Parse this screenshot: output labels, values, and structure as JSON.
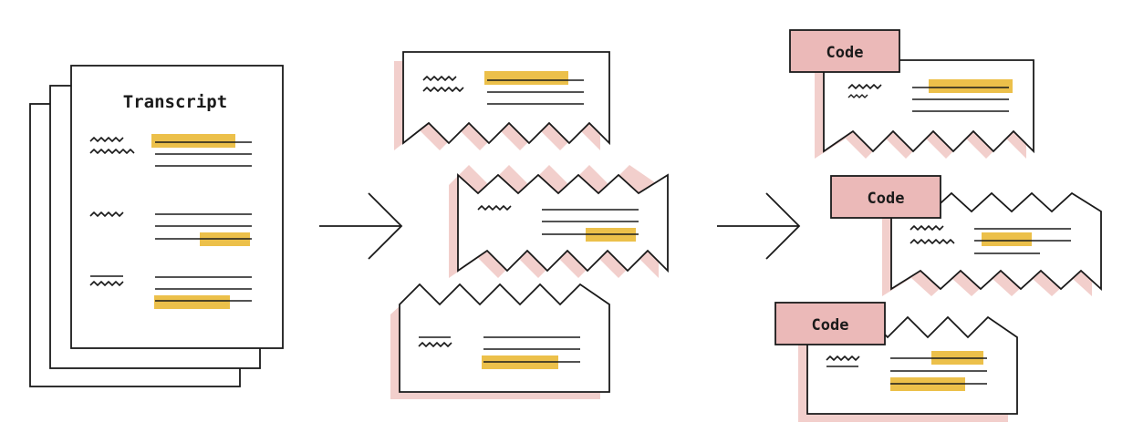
{
  "transcript": {
    "title": "Transcript"
  },
  "codes": [
    {
      "label": "Code"
    },
    {
      "label": "Code"
    },
    {
      "label": "Code"
    }
  ],
  "colors": {
    "stroke": "#1a1a1a",
    "highlight": "#ecc04a",
    "code_tag": "#ebb9b8",
    "shadow": "#f2cfcc",
    "paper": "#ffffff"
  }
}
